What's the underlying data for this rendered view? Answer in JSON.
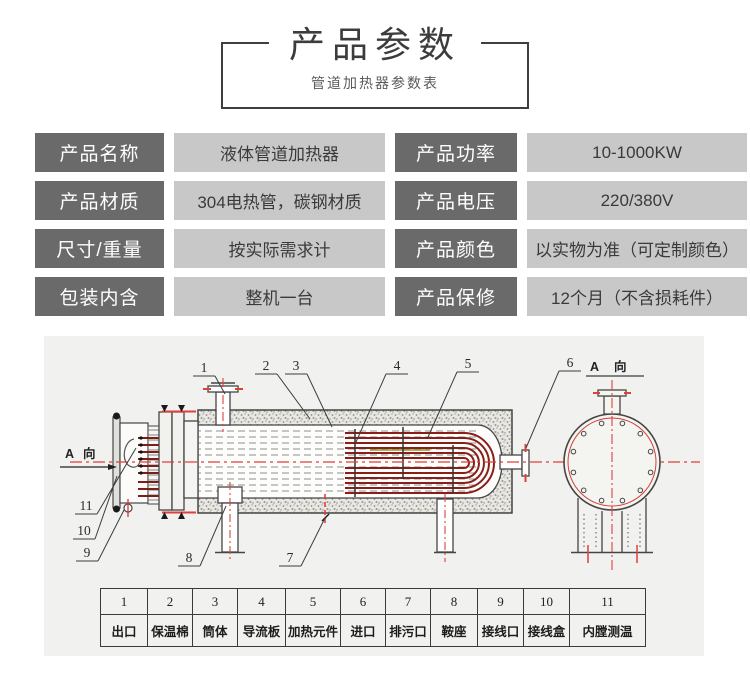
{
  "header": {
    "title": "产品参数",
    "subtitle": "管道加热器参数表"
  },
  "specs": {
    "rows": [
      {
        "label1": "产品名称",
        "value1": "液体管道加热器",
        "label2": "产品功率",
        "value2": "10-1000KW"
      },
      {
        "label1": "产品材质",
        "value1": "304电热管，碳钢材质",
        "label2": "产品电压",
        "value2": "220/380V"
      },
      {
        "label1": "尺寸/重量",
        "value1": "按实际需求计",
        "label2": "产品颜色",
        "value2": "以实物为准（可定制颜色）"
      },
      {
        "label1": "包装内含",
        "value1": "整机一台",
        "label2": "产品保修",
        "value2": "12个月（不含损耗件）"
      }
    ]
  },
  "diagram": {
    "view_label_left": "A 向",
    "view_label_right": "A 向",
    "callouts": [
      "1",
      "2",
      "3",
      "4",
      "5",
      "6",
      "7",
      "8",
      "9",
      "10",
      "11"
    ],
    "parts_table": {
      "numbers": [
        "1",
        "2",
        "3",
        "4",
        "5",
        "6",
        "7",
        "8",
        "9",
        "10",
        "11"
      ],
      "names": [
        "出口",
        "保温棉",
        "筒体",
        "导流板",
        "加热元件",
        "进口",
        "排污口",
        "鞍座",
        "接线口",
        "接线盒",
        "内膛测温"
      ]
    },
    "colors": {
      "centerline_red": "#e0403a",
      "element_dark_red": "#8a1f1a",
      "line_gray": "#454545",
      "label_bg": "#6a6a6a",
      "value_bg": "#c8c8c8",
      "panel_bg": "#f1f1ef"
    }
  }
}
